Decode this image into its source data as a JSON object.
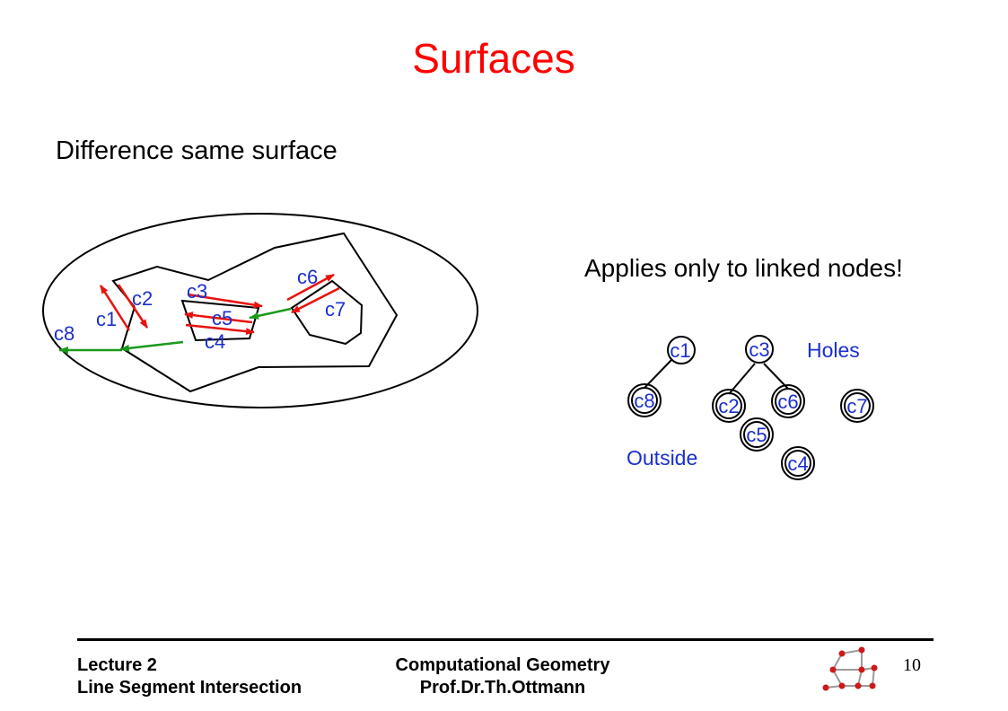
{
  "slide": {
    "title": "Surfaces",
    "subtitle": "Difference same surface",
    "note": "Applies only to linked nodes!",
    "page_number": "10"
  },
  "left_diagram": {
    "labels": {
      "c1": "c1",
      "c2": "c2",
      "c3": "c3",
      "c4": "c4",
      "c5": "c5",
      "c6": "c6",
      "c7": "c7",
      "c8": "c8"
    },
    "colors": {
      "edge": "#000000",
      "arrow_red": "#e8120c",
      "arrow_green": "#1a9a1a",
      "label": "#1a2fd0"
    }
  },
  "tree": {
    "nodes": {
      "c1": "c1",
      "c3": "c3",
      "c8": "c8",
      "c2": "c2",
      "c6": "c6",
      "c7": "c7",
      "c5": "c5",
      "c4": "c4"
    },
    "legend_holes": "Holes",
    "legend_outside": "Outside"
  },
  "footer": {
    "left_line1": "Lecture 2",
    "left_line2": "Line Segment Intersection",
    "center_line1": "Computational Geometry",
    "center_line2": "Prof.Dr.Th.Ottmann"
  }
}
